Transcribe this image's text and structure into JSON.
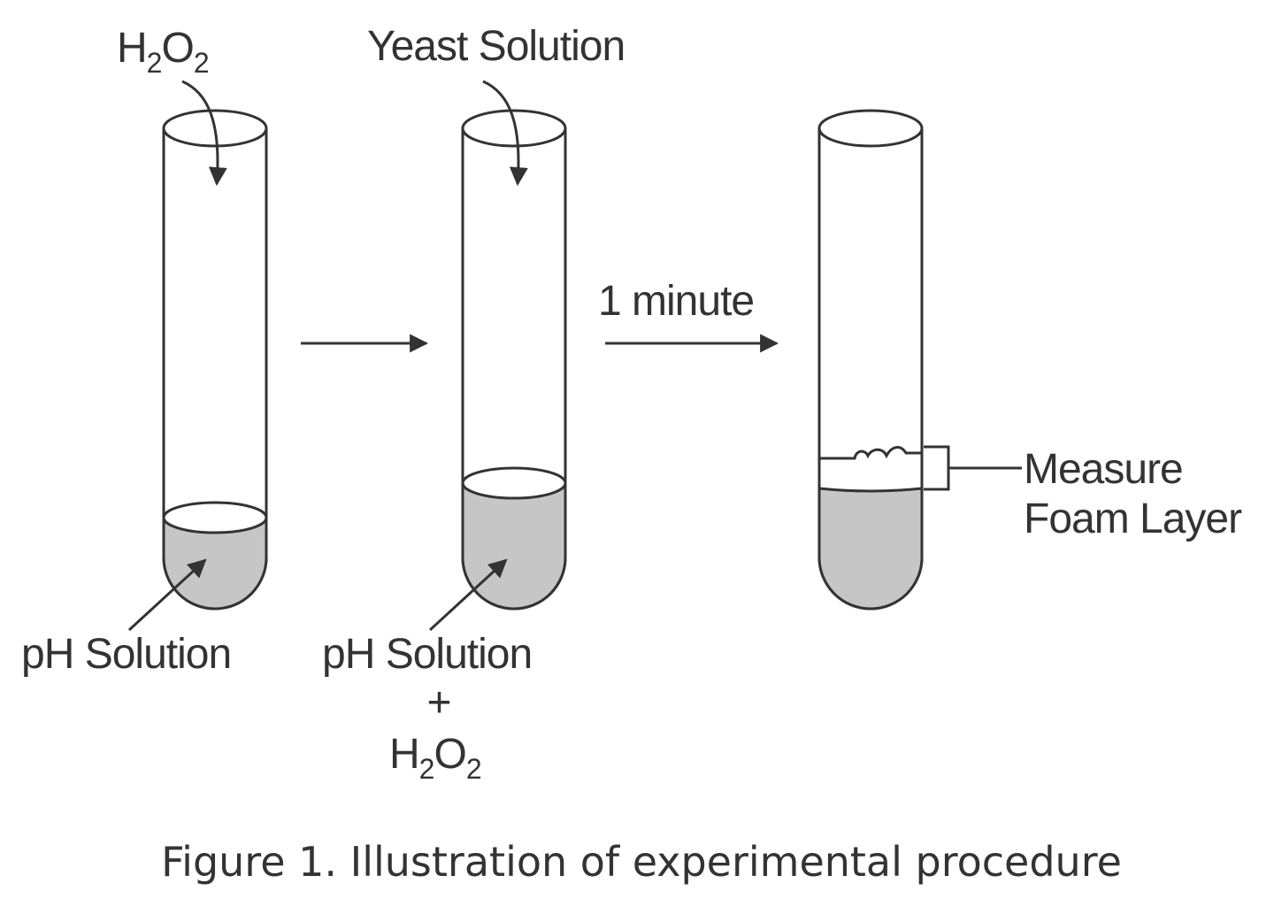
{
  "labels": {
    "tube1_top_main": "H",
    "tube1_top_sub1": "2",
    "tube1_top_o": "O",
    "tube1_top_sub2": "2",
    "tube2_top": "Yeast Solution",
    "step2_arrow_label": "1 minute",
    "tube1_bottom": "pH Solution",
    "tube2_bottom_line1": "pH Solution",
    "tube2_bottom_plus": "+",
    "tube2_bottom_h": "H",
    "tube2_bottom_sub1": "2",
    "tube2_bottom_o": "O",
    "tube2_bottom_sub2": "2",
    "tube3_line1": "Measure",
    "tube3_line2": "Foam Layer"
  },
  "caption": "Figure 1. Illustration of experimental procedure",
  "colors": {
    "ink": "#333333",
    "liquid": "#c6c6c6",
    "background": "#ffffff"
  }
}
